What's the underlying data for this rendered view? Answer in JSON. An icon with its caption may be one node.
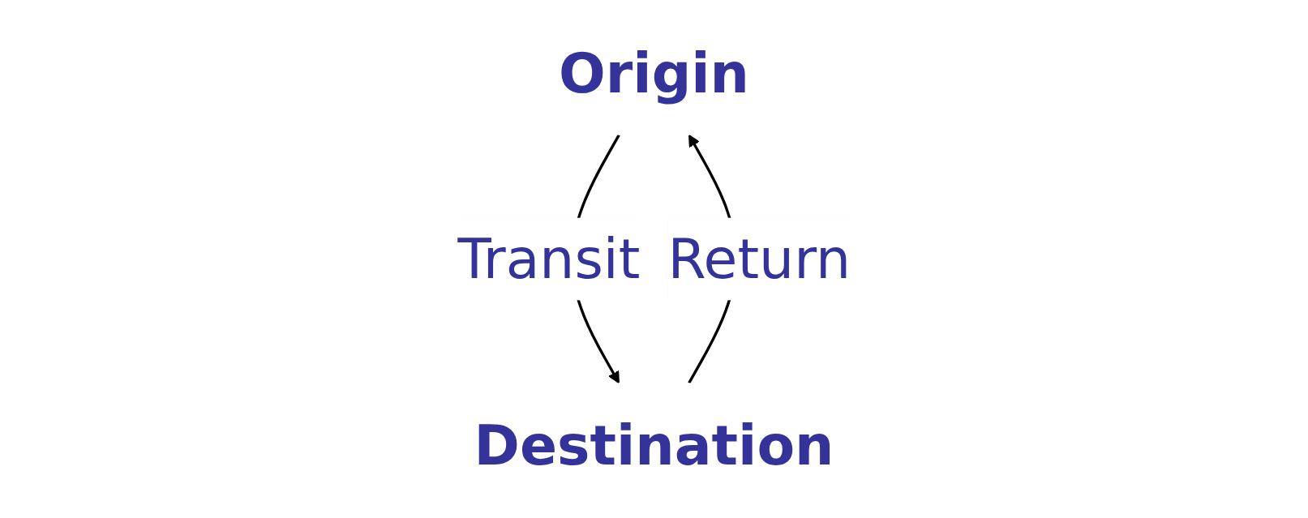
{
  "diagram": {
    "nodes": [
      {
        "text": [
          "Origin"
        ]
      },
      {
        "text": [
          "Destination"
        ]
      }
    ],
    "edges": [
      {
        "from": 0,
        "to": 1,
        "arrow": "to",
        "label": "Transit"
      },
      {
        "from": 1,
        "to": 0,
        "arrow": "to",
        "label": "Return"
      }
    ]
  }
}
